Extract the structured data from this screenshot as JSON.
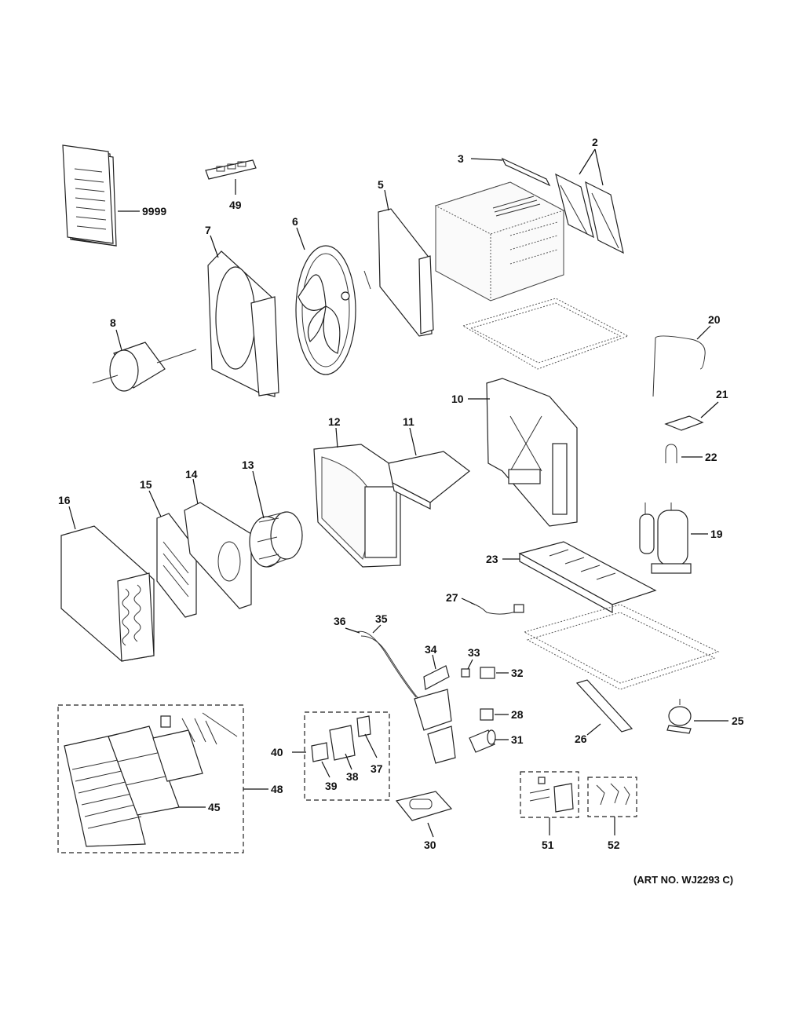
{
  "callouts": {
    "c9999": "9999",
    "c49": "49",
    "c3": "3",
    "c2": "2",
    "c5": "5",
    "c7": "7",
    "c6": "6",
    "c8": "8",
    "c20": "20",
    "c10": "10",
    "c21": "21",
    "c22": "22",
    "c12": "12",
    "c11": "11",
    "c16": "16",
    "c15": "15",
    "c14": "14",
    "c13": "13",
    "c19": "19",
    "c23": "23",
    "c27": "27",
    "c36": "36",
    "c35": "35",
    "c34": "34",
    "c33": "33",
    "c32": "32",
    "c28": "28",
    "c31": "31",
    "c25": "25",
    "c26": "26",
    "c40": "40",
    "c37": "37",
    "c38": "38",
    "c39": "39",
    "c48": "48",
    "c45": "45",
    "c30": "30",
    "c51": "51",
    "c52": "52"
  },
  "art_number": "(ART NO. WJ2293 C)"
}
